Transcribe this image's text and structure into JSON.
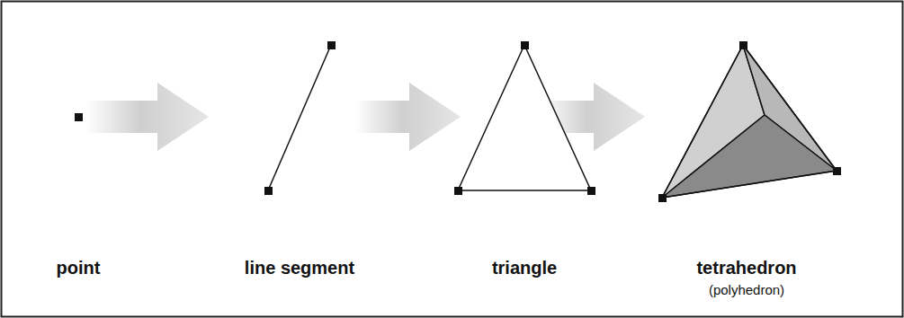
{
  "diagram": {
    "labels": [
      "point",
      "line segment",
      "triangle",
      "tetrahedron",
      "(polyhedron)"
    ]
  }
}
